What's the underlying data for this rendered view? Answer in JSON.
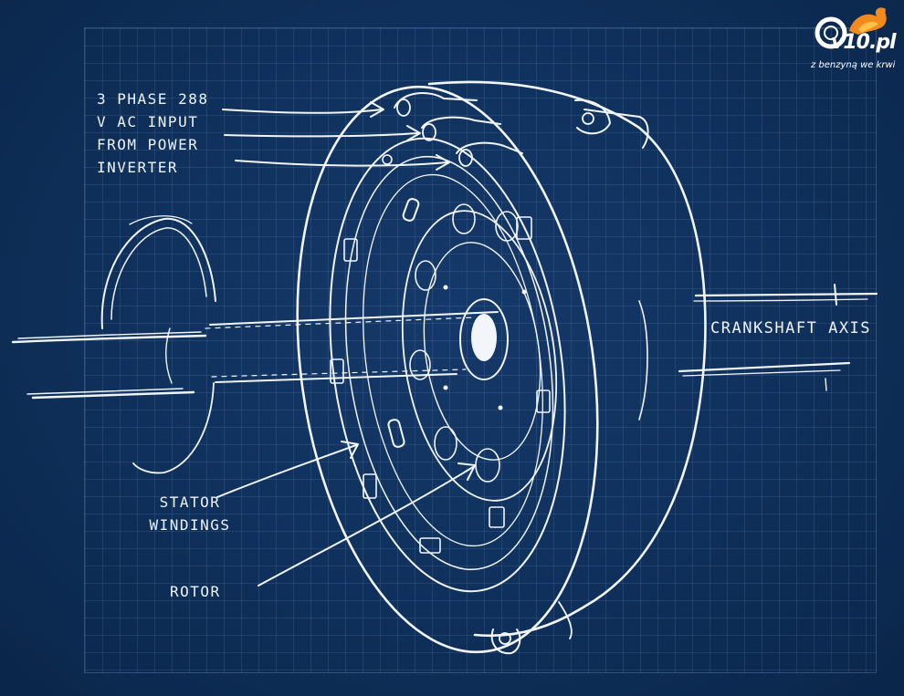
{
  "labels": {
    "ac_input": "3 PHASE 288 V AC INPUT FROM POWER INVERTER",
    "crankshaft": "CRANKSHAFT AXIS",
    "stator": "STATOR WINDINGS",
    "rotor": "ROTOR"
  },
  "logo": {
    "name": "v10.pl",
    "tagline": "z benzyną we krwi"
  },
  "colors": {
    "background": "#0f305b",
    "ink": "#f2f6fb",
    "flame": "#f28a1e"
  }
}
